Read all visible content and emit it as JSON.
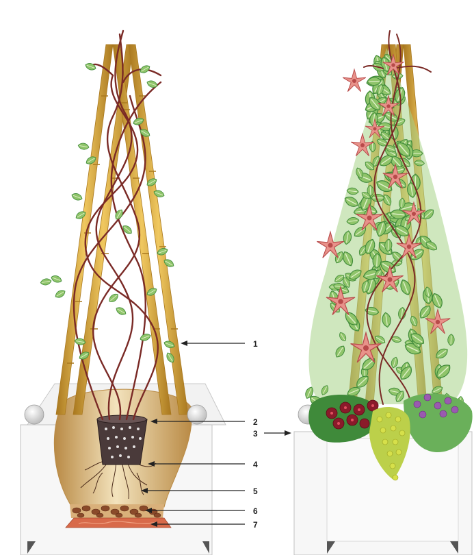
{
  "diagram": {
    "callouts": [
      {
        "label": "1"
      },
      {
        "label": "2"
      },
      {
        "label": "3"
      },
      {
        "label": "4"
      },
      {
        "label": "5"
      },
      {
        "label": "6"
      },
      {
        "label": "7"
      }
    ]
  },
  "colors": {
    "bamboo": "#d7a73a",
    "bamboo_dark": "#a9781f",
    "vine": "#7a2a26",
    "leaf": "#8fc46a",
    "leaf_light": "#dff0c8",
    "leaf_dark": "#3f8a3a",
    "flower": "#e8928a",
    "flower_center": "#b84a4a",
    "soil": "#caa160",
    "soil_light": "#f3e3bd",
    "pot": "#4a3a3a",
    "gravel": "#8a4a2a",
    "fleece": "#d86a4a",
    "planter": "#f7f7f7",
    "planter_edge": "#9a9a9a",
    "arrow": "#222222",
    "petunia": "#8a1a2a",
    "lysimachia": "#d6e04a",
    "verbena": "#9a5ab0"
  }
}
